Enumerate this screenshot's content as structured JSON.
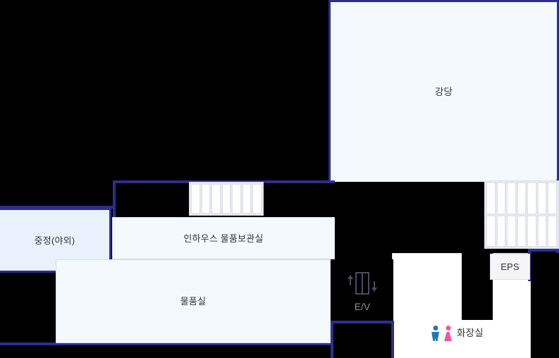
{
  "plan": {
    "title": "floor-plan",
    "colors": {
      "wall": "#2e2e8f",
      "background": "#000000",
      "room_fill": "#f4f9fe",
      "courtyard_fill": "#e9f2fc",
      "eps_fill": "#f5f5f7",
      "restroom_fill": "#ffffff",
      "label": "#33333b",
      "elevator_label": "#8f8f9c",
      "male_icon": "#1f77b4",
      "female_icon": "#f0579b"
    }
  },
  "rooms": {
    "auditorium": {
      "label": "강당"
    },
    "courtyard": {
      "label": "중정(야외)"
    },
    "inhouse_storage": {
      "label": "인하우스 물품보관실"
    },
    "storage": {
      "label": "물품실"
    },
    "eps": {
      "label": "EPS"
    },
    "restroom": {
      "label": "화장실"
    }
  },
  "facilities": {
    "elevator": {
      "label": "E/V",
      "icon": "elevator-icon"
    },
    "stair_left": {
      "treads": 7,
      "rows": 1,
      "icon": "stairs-icon"
    },
    "stair_right": {
      "treads": 7,
      "rows": 2,
      "icon": "stairs-icon"
    },
    "restroom_signs": {
      "male_icon": "male-figure-icon",
      "female_icon": "female-figure-icon"
    }
  }
}
